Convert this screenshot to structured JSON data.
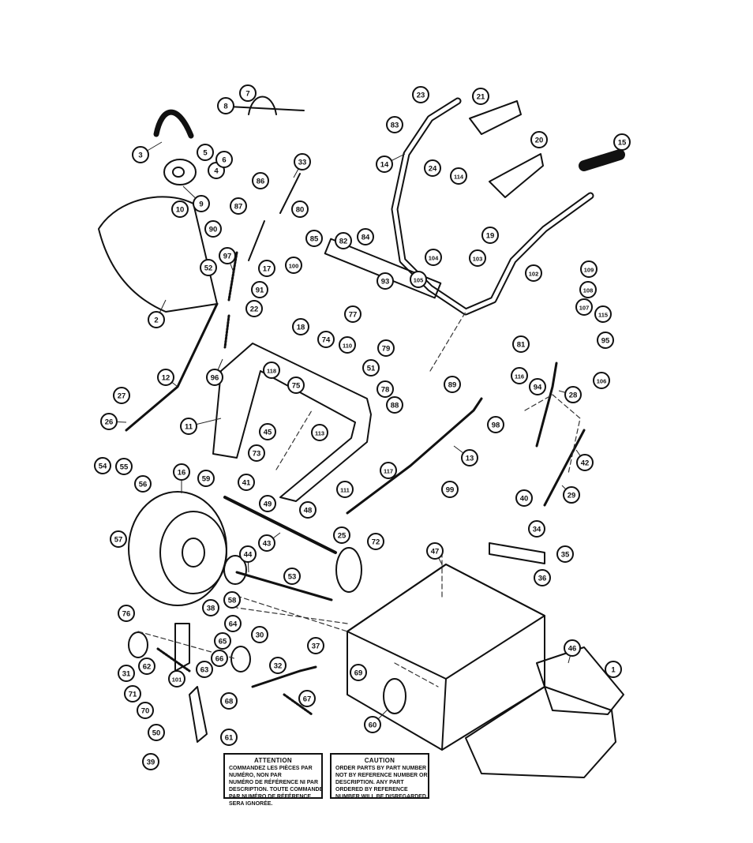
{
  "figure": "exploded parts diagram",
  "callouts": [
    "1",
    "2",
    "3",
    "4",
    "5",
    "6",
    "7",
    "8",
    "9",
    "10",
    "11",
    "12",
    "13",
    "14",
    "15",
    "16",
    "17",
    "18",
    "19",
    "20",
    "21",
    "22",
    "23",
    "24",
    "25",
    "26",
    "27",
    "28",
    "29",
    "30",
    "31",
    "32",
    "33",
    "34",
    "35",
    "36",
    "37",
    "38",
    "39",
    "40",
    "41",
    "42",
    "43",
    "44",
    "45",
    "46",
    "47",
    "48",
    "49",
    "50",
    "51",
    "52",
    "53",
    "54",
    "55",
    "56",
    "57",
    "58",
    "59",
    "60",
    "61",
    "62",
    "63",
    "64",
    "65",
    "66",
    "67",
    "68",
    "69",
    "70",
    "71",
    "72",
    "73",
    "74",
    "75",
    "76",
    "77",
    "78",
    "79",
    "80",
    "81",
    "82",
    "83",
    "84",
    "85",
    "86",
    "87",
    "88",
    "89",
    "90",
    "91",
    "93",
    "94",
    "95",
    "96",
    "97",
    "98",
    "99",
    "100",
    "101",
    "102",
    "103",
    "104",
    "105",
    "106",
    "107",
    "108",
    "109",
    "110",
    "111",
    "113",
    "114",
    "115",
    "116",
    "117",
    "118"
  ],
  "notices": {
    "french": {
      "heading": "ATTENTION",
      "lines": [
        "COMMANDEZ LES PIÈCES PAR",
        "NUMÉRO, NON PAR",
        "NUMÉRO DE RÉFÉRENCE NI PAR",
        "DESCRIPTION. TOUTE COMMANDE",
        "PAR NUMÉRO DE RÉFÉRENCE",
        "SERA IGNORÉE."
      ]
    },
    "english": {
      "heading": "CAUTION",
      "lines": [
        "ORDER PARTS BY PART NUMBER",
        "NOT BY REFERENCE NUMBER OR",
        "DESCRIPTION. ANY PART",
        "ORDERED BY REFERENCE",
        "NUMBER WILL BE DISREGARDED."
      ]
    }
  }
}
